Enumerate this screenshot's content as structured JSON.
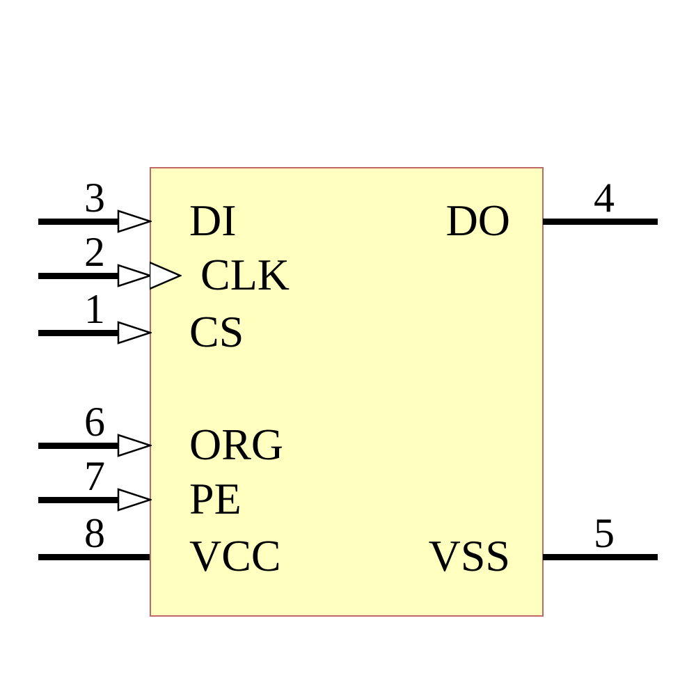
{
  "symbol": {
    "fill_color": "#FFFFC0",
    "border_color": "#C06868",
    "wire_color": "#000000"
  },
  "pins": {
    "left": [
      {
        "number": "3",
        "label": "DI"
      },
      {
        "number": "2",
        "label": "CLK"
      },
      {
        "number": "1",
        "label": "CS"
      },
      {
        "number": "6",
        "label": "ORG"
      },
      {
        "number": "7",
        "label": "PE"
      },
      {
        "number": "8",
        "label": "VCC"
      }
    ],
    "right": [
      {
        "number": "4",
        "label": "DO"
      },
      {
        "number": "5",
        "label": "VSS"
      }
    ]
  }
}
